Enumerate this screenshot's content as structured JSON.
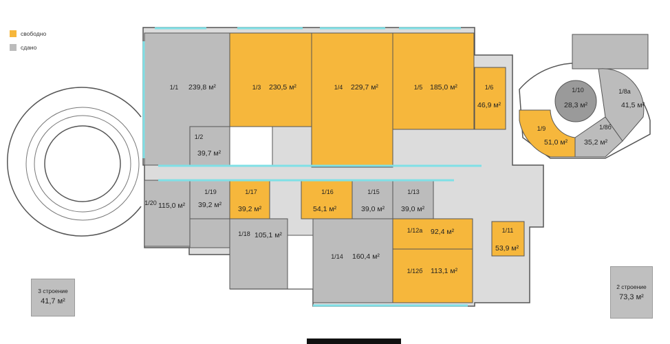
{
  "legend": [
    {
      "label": "свободно",
      "color": "#f6b73c"
    },
    {
      "label": "сдано",
      "color": "#bcbcbc"
    }
  ],
  "rooms": [
    {
      "id": "1/1",
      "area": "239,8 м²",
      "status": "rented"
    },
    {
      "id": "1/2",
      "area": "39,7 м²",
      "status": "rented"
    },
    {
      "id": "1/3",
      "area": "230,5 м²",
      "status": "free"
    },
    {
      "id": "1/4",
      "area": "229,7 м²",
      "status": "free"
    },
    {
      "id": "1/5",
      "area": "185,0 м²",
      "status": "free"
    },
    {
      "id": "1/6",
      "area": "46,9 м²",
      "status": "free"
    },
    {
      "id": "1/9",
      "area": "51,0 м²",
      "status": "free"
    },
    {
      "id": "1/10",
      "area": "28,3 м²",
      "status": "rented"
    },
    {
      "id": "1/8а",
      "area": "41,5 м²",
      "status": "rented"
    },
    {
      "id": "1/8б",
      "area": "35,2 м²",
      "status": "rented"
    },
    {
      "id": "1/20",
      "area": "115,0 м²",
      "status": "rented"
    },
    {
      "id": "1/19",
      "area": "39,2 м²",
      "status": "rented"
    },
    {
      "id": "1/17",
      "area": "39,2 м²",
      "status": "free"
    },
    {
      "id": "1/16",
      "area": "54,1 м²",
      "status": "free"
    },
    {
      "id": "1/15",
      "area": "39,0 м²",
      "status": "rented"
    },
    {
      "id": "1/13",
      "area": "39,0 м²",
      "status": "rented"
    },
    {
      "id": "1/18",
      "area": "105,1 м²",
      "status": "rented"
    },
    {
      "id": "1/14",
      "area": "160,4 м²",
      "status": "rented"
    },
    {
      "id": "1/12а",
      "area": "92,4 м²",
      "status": "free"
    },
    {
      "id": "1/12б",
      "area": "113,1 м²",
      "status": "free"
    },
    {
      "id": "1/11",
      "area": "53,9 м²",
      "status": "free"
    }
  ],
  "buildings": {
    "b3": {
      "title": "3 строение",
      "area": "41,7 м²"
    },
    "b2": {
      "title": "2 строение",
      "area": "73,3 м²"
    }
  },
  "colors": {
    "free": "#f6b73c",
    "rented": "#bcbcbc",
    "corridor": "#dcdcdc",
    "wall": "#555555",
    "window": "#7fe0e6"
  }
}
